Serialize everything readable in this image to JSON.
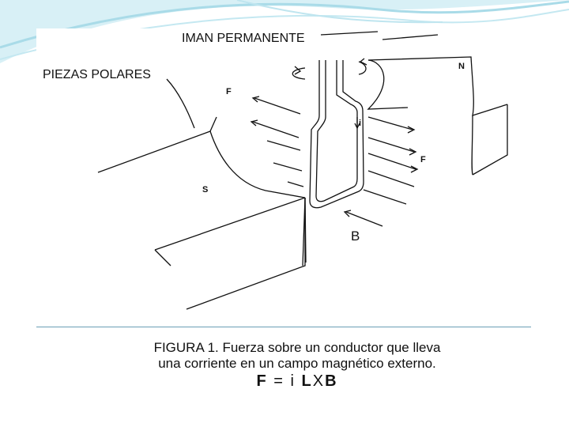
{
  "diagram": {
    "labels": {
      "permanent_magnet": "IMAN PERMANENTE",
      "pole_pieces": "PIEZAS POLARES",
      "north": "N",
      "south": "S",
      "force_left": "F",
      "force_right": "F",
      "current": "i",
      "field": "B"
    }
  },
  "caption": {
    "line1": "FIGURA 1.  Fuerza sobre un conductor que lleva",
    "line2": "una corriente en un campo magnético externo.",
    "formula_F": "F",
    "formula_eq": " = i ",
    "formula_L": "L",
    "formula_x": "X",
    "formula_B": "B"
  },
  "colors": {
    "accent": "#6a9fb5",
    "background_wave": "#a9dbe8"
  }
}
